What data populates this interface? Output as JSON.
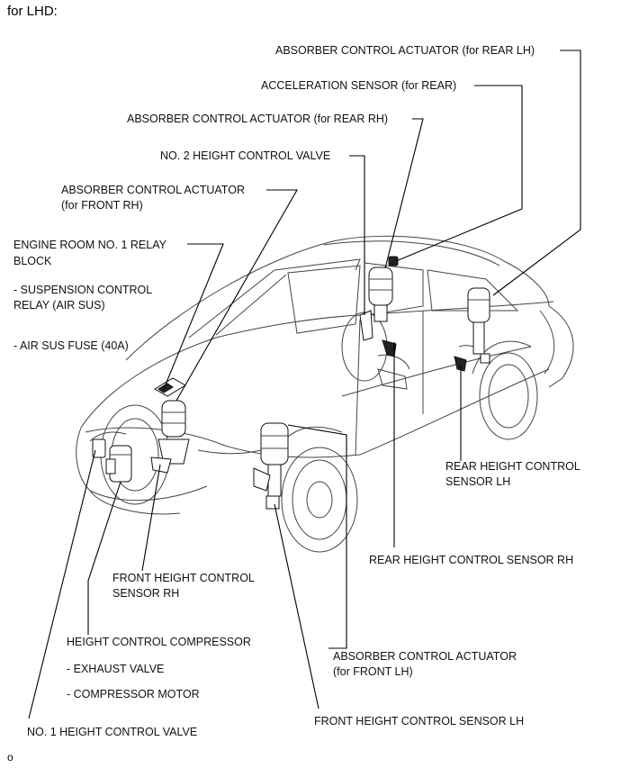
{
  "header": "for LHD:",
  "figure_code": "o",
  "labels": {
    "absorber_rear_lh": "ABSORBER CONTROL ACTUATOR (for REAR LH)",
    "accel_sensor_rear": "ACCELERATION SENSOR (for REAR)",
    "absorber_rear_rh": "ABSORBER CONTROL ACTUATOR (for REAR RH)",
    "no2_height_valve": "NO. 2 HEIGHT CONTROL VALVE",
    "absorber_front_rh_1": "ABSORBER CONTROL ACTUATOR",
    "absorber_front_rh_2": "(for FRONT RH)",
    "relay_block_1": "ENGINE ROOM NO. 1 RELAY",
    "relay_block_2": "BLOCK",
    "susp_relay_1": "- SUSPENSION CONTROL",
    "susp_relay_2": "RELAY (AIR SUS)",
    "air_sus_fuse": "- AIR SUS FUSE (40A)",
    "rear_height_lh_1": "REAR HEIGHT CONTROL",
    "rear_height_lh_2": "SENSOR LH",
    "rear_height_rh": "REAR HEIGHT CONTROL SENSOR RH",
    "front_height_rh_1": "FRONT HEIGHT CONTROL",
    "front_height_rh_2": "SENSOR RH",
    "compressor": "HEIGHT CONTROL COMPRESSOR",
    "exhaust_valve": "- EXHAUST VALVE",
    "compressor_motor": "- COMPRESSOR MOTOR",
    "absorber_front_lh_1": "ABSORBER CONTROL ACTUATOR",
    "absorber_front_lh_2": "(for FRONT LH)",
    "no1_height_valve": "NO. 1 HEIGHT CONTROL VALVE",
    "front_height_lh": "FRONT HEIGHT CONTROL SENSOR LH"
  }
}
